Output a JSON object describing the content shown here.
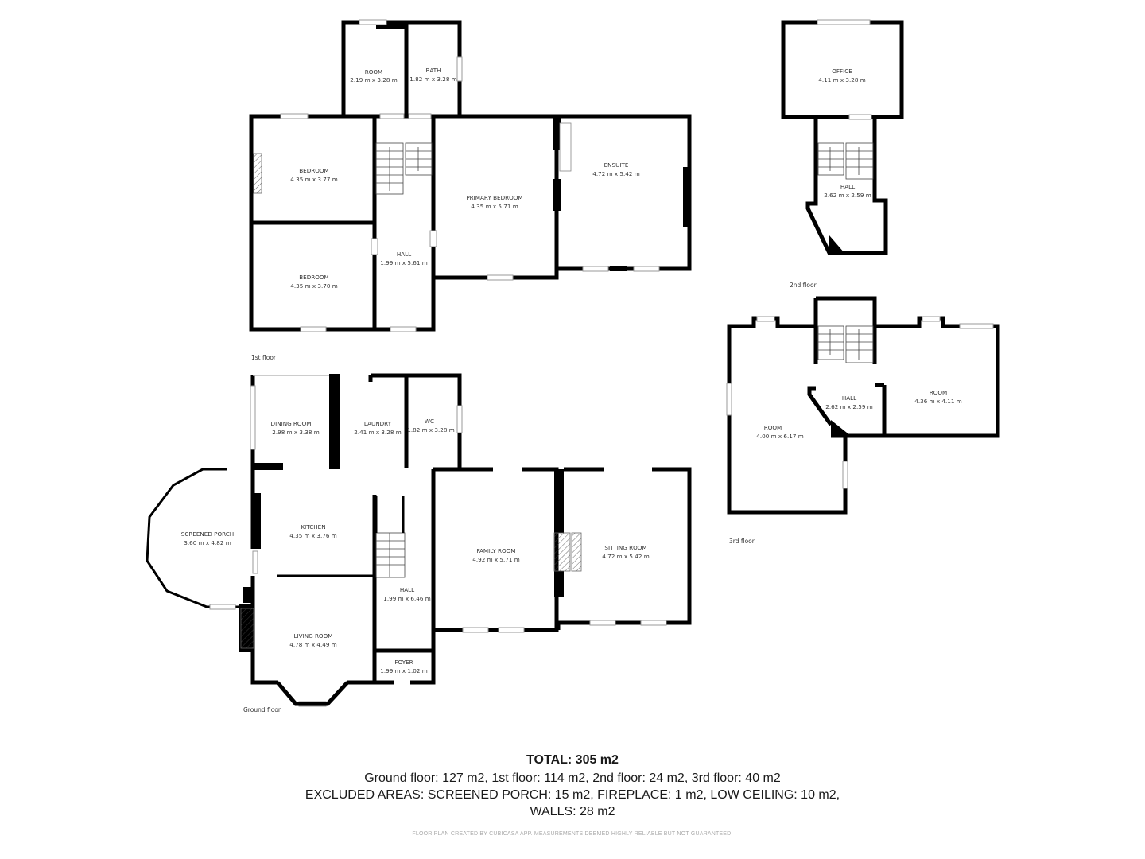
{
  "floors": {
    "first": {
      "label": "1st floor",
      "rooms": [
        {
          "name": "ROOM",
          "size": "2.19 m x 3.28 m"
        },
        {
          "name": "BATH",
          "size": "1.82 m x 3.28 m"
        },
        {
          "name": "BEDROOM",
          "size": "4.35 m x 3.77 m"
        },
        {
          "name": "PRIMARY BEDROOM",
          "size": "4.35 m x 5.71 m"
        },
        {
          "name": "ENSUITE",
          "size": "4.72 m x 5.42 m"
        },
        {
          "name": "BEDROOM",
          "size": "4.35 m x 3.70 m"
        },
        {
          "name": "HALL",
          "size": "1.99 m x 5.61 m"
        }
      ]
    },
    "second": {
      "label": "2nd floor",
      "rooms": [
        {
          "name": "OFFICE",
          "size": "4.11 m x 3.28 m"
        },
        {
          "name": "HALL",
          "size": "2.62 m x 2.59 m"
        }
      ]
    },
    "third": {
      "label": "3rd floor",
      "rooms": [
        {
          "name": "ROOM",
          "size": "4.00 m x 6.17 m"
        },
        {
          "name": "HALL",
          "size": "2.62 m x 2.59 m"
        },
        {
          "name": "ROOM",
          "size": "4.36 m x 4.11 m"
        }
      ]
    },
    "ground": {
      "label": "Ground floor",
      "rooms": [
        {
          "name": "DINING ROOM",
          "size": "2.98 m x 3.38 m"
        },
        {
          "name": "LAUNDRY",
          "size": "2.41 m x 3.28 m"
        },
        {
          "name": "WC",
          "size": "1.82 m x 3.28 m"
        },
        {
          "name": "SCREENED PORCH",
          "size": "3.60 m x 4.82 m"
        },
        {
          "name": "KITCHEN",
          "size": "4.35 m x 3.76 m"
        },
        {
          "name": "FAMILY ROOM",
          "size": "4.92 m x 5.71 m"
        },
        {
          "name": "SITTING ROOM",
          "size": "4.72 m x 5.42 m"
        },
        {
          "name": "HALL",
          "size": "1.99 m x 6.46 m"
        },
        {
          "name": "LIVING ROOM",
          "size": "4.78 m x 4.49 m"
        },
        {
          "name": "FOYER",
          "size": "1.99 m x 1.02 m"
        }
      ]
    }
  },
  "summary": {
    "total": "TOTAL: 305 m2",
    "floors_line": "Ground floor: 127 m2, 1st floor: 114 m2, 2nd floor: 24 m2, 3rd floor: 40 m2",
    "excluded_line": "EXCLUDED AREAS: SCREENED PORCH: 15 m2, FIREPLACE: 1 m2, LOW CEILING: 10 m2,",
    "walls_line": "WALLS: 28 m2",
    "disclaimer": "FLOOR PLAN CREATED BY CUBICASA APP. MEASUREMENTS DEEMED HIGHLY RELIABLE BUT NOT GUARANTEED."
  }
}
